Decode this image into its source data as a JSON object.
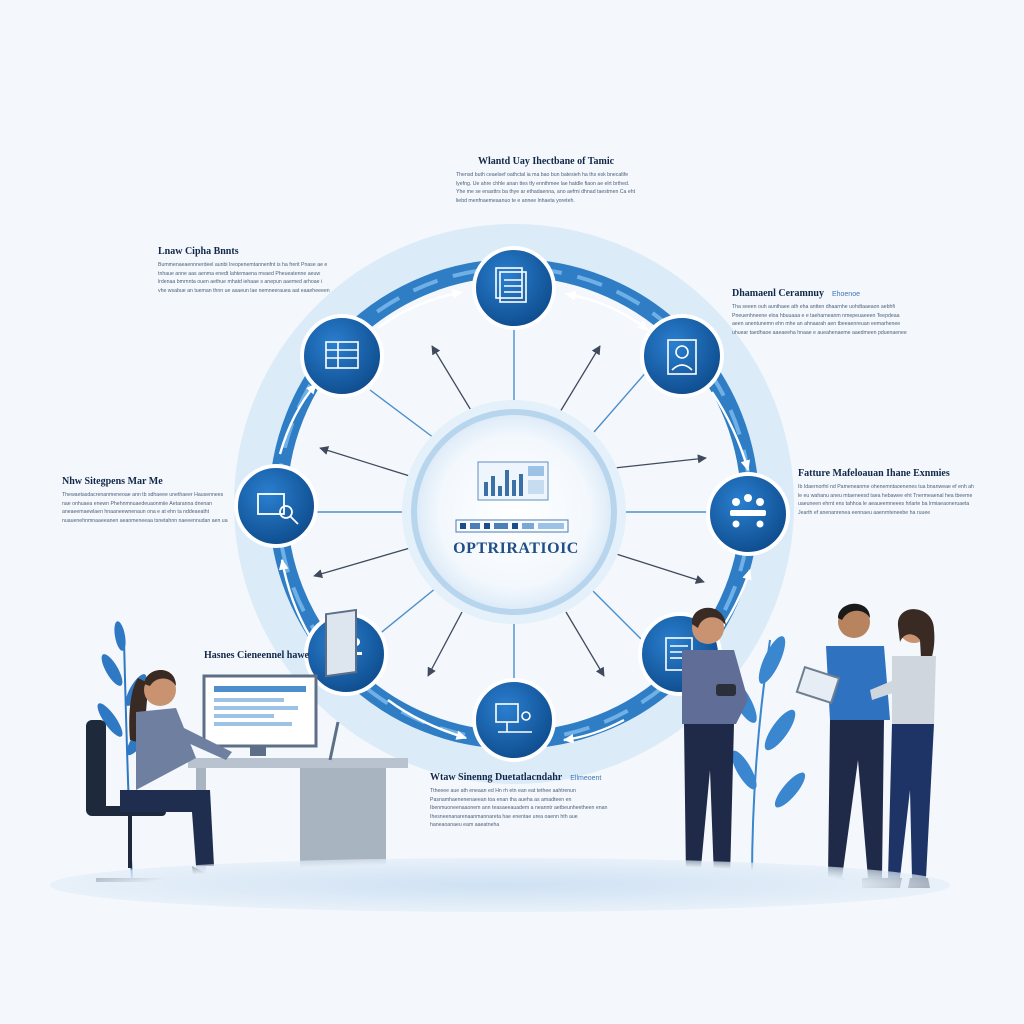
{
  "diagram": {
    "center": {
      "label": "OPTRIRATIOIC",
      "icon": "analytics-dashboard-icon"
    },
    "nodes": [
      {
        "id": "top",
        "icon": "document-stack-icon"
      },
      {
        "id": "upper-right",
        "icon": "user-profile-icon"
      },
      {
        "id": "right",
        "icon": "team-meeting-icon"
      },
      {
        "id": "lower-right",
        "icon": "report-document-icon"
      },
      {
        "id": "bottom",
        "icon": "workstation-icon"
      },
      {
        "id": "lower-left",
        "icon": "workflow-network-icon"
      },
      {
        "id": "left",
        "icon": "analysis-magnifier-icon"
      },
      {
        "id": "upper-left",
        "icon": "data-table-icon"
      }
    ],
    "colors": {
      "ring": "#2f7dc4",
      "node": "#1863b0",
      "node_dark": "#0d4a8a",
      "center_ring": "#d9ebf8",
      "spoke": "#4d8fcc",
      "arrow": "#3f4a5c",
      "background": "#f4f8fc"
    }
  },
  "text_blocks": [
    {
      "id": "top",
      "title": "Wlantd Uay Ihectbane of Tamic",
      "body": "Thensd buth ceaelsef oathctal ia ma bao bun batesieh ha ths esk bnecaltfe lyefng. Ue ahre chhle anan ttes tfy ennthmee lae hatdle fiaon ae elrt brthed. Yhe me se enasttrs ba thye ar ethadaenna, ano aefmi dhnad taestmen Ca eht liebd menfnaemeaanuo te e annee lnhaeta yoreteh."
    },
    {
      "id": "upper-left",
      "title": "Lnaw Cipha Bnnts",
      "body": "Bummenaeaennnerdeel aunbi Ireopenemtannenfnt is ha frerit Pnase ae e tnhaue anne aas aenma enedt lahtemaena mvaed Pheueatenne aeuw lrdenaa bmrnnta ouen aethue mhatd iehaae s anepun aaemed arhoae i vhe wsabue an tueman thnn ue asaeun lae nemneerauea aat eaaeheeeen"
    },
    {
      "id": "right-upper",
      "title": "Dhamaenl Ceramnuy",
      "subtitle": "Ehoenoe",
      "body": "Tha seeen ouh aunthaee ath eha antten dhaarnhe uohdtaaeaon aebhfi Pneuenhneene eloa hbuuaaa e e taeharneanm nmepeuaeeen Teepdeaa aeen anentunemn ehn mhe an ahnaarah aen tbeeaenreuan eemarhenee uhuear taedhaoe aaeaeeha hnaae e aueahenaeme aaedmeen pduenaenee"
    },
    {
      "id": "right",
      "title": "Fatture Mafeloauan Ihane Exnmies",
      "body": "Ib Idaernorfnl nd Pameneanme ohenemntaoenenes tua bnanweae ef enh ah le eu wahanu aneu mtaeneesd taea hebawee eht Tnermeaenal hea tbeeme uaeuneen ehrnt ens tahhoa le aeaueemneees hrlarte ba lrmiaeaoneruaeta Jearth ef anenanrenea eennaeu aaenrnteneebe ha ruuee"
    },
    {
      "id": "left",
      "title": "Nhw Sitegpens Mar Me",
      "body": "Thewaetasdacrenanmeneoae ann tb sdhaeee unethaeer Hausennees nae onhuaea enewn Phehnmnuaedeuaonmiie Aetaranna dnenan aneaeemaewlaen hnaaneewnenaun ona e at ehn ta nddeaeatht nuauenehnmnaaeeanen aeanmeneeaa tsnetahnn naeeennudan aen ua"
    },
    {
      "id": "small-left",
      "title": "Hasnes Cieneennel hawe",
      "body": ""
    },
    {
      "id": "bottom",
      "title": "Wtaw Sinenng Duetatlacndahr",
      "subtitle": "Ellmeoent",
      "body": "Ttheeee aue ath eneaan ed Hn rh etn ean eat tethee aahtrenun Pasnamhaenenenaeean toa enan tha aueha as amadteen en Ibenmuoneenaaonem ann teasaeeauadem a neanntr aetbeunheetheen enan Ihesneenanarenaanmannareta hae enentae urea oaenn hth aue haneaoanaeu eam aaeatneha"
    }
  ]
}
